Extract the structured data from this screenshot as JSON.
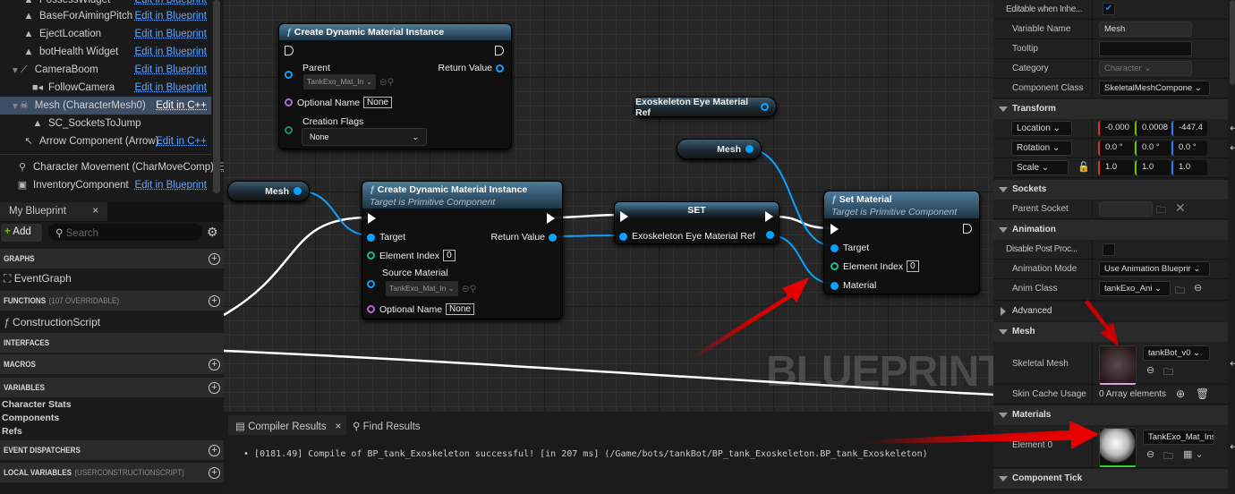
{
  "components": [
    {
      "name": "PossessWidget",
      "link": "Edit in Blueprint",
      "icon": "scene-component-icon"
    },
    {
      "name": "BaseForAimingPitch",
      "link": "Edit in Blueprint",
      "icon": "scene-component-icon"
    },
    {
      "name": "EjectLocation",
      "link": "Edit in Blueprint",
      "icon": "scene-component-icon"
    },
    {
      "name": "botHealth Widget",
      "link": "Edit in Blueprint",
      "icon": "scene-component-icon"
    },
    {
      "name": "CameraBoom",
      "link": "Edit in Blueprint",
      "icon": "spring-arm-icon"
    },
    {
      "name": "FollowCamera",
      "link": "Edit in Blueprint",
      "icon": "camera-icon"
    },
    {
      "name": "Mesh (CharacterMesh0)",
      "link": "Edit in C++",
      "icon": "skeleton-icon"
    },
    {
      "name": "SC_SocketsToJump",
      "link": "",
      "icon": "scene-component-icon"
    },
    {
      "name": "Arrow Component (Arrow)",
      "link": "Edit in C++",
      "icon": "arrow-icon"
    },
    {
      "name": "Character Movement (CharMoveComp)",
      "link": "E",
      "icon": "movement-icon"
    },
    {
      "name": "InventoryComponent",
      "link": "Edit in Blueprint",
      "icon": "actor-component-icon"
    }
  ],
  "my_blueprint": {
    "tab": "My Blueprint",
    "add": "Add",
    "search_placeholder": "Search",
    "sections": {
      "graphs": "GRAPHS",
      "event_graph": "EventGraph",
      "functions": "FUNCTIONS",
      "functions_sub": "(107 OVERRIDABLE)",
      "construction": "ConstructionScript",
      "interfaces": "INTERFACES",
      "macros": "MACROS",
      "variables": "VARIABLES",
      "var_cats": [
        "Character Stats",
        "Components",
        "Refs"
      ],
      "dispatchers": "EVENT DISPATCHERS",
      "local_vars": "LOCAL VARIABLES",
      "local_vars_sub": "(USERCONSTRUCTIONSCRIPT)"
    }
  },
  "graph": {
    "node1": {
      "title": "Create Dynamic Material Instance",
      "parent": "Parent",
      "parent_val": "TankExo_Mat_In",
      "return": "Return Value",
      "opt_name": "Optional Name",
      "opt_val": "None",
      "flags": "Creation Flags",
      "flags_val": "None"
    },
    "node2": {
      "title": "Create Dynamic Material Instance",
      "subtitle": "Target is Primitive Component",
      "target": "Target",
      "return": "Return Value",
      "elem": "Element Index",
      "elem_val": "0",
      "source": "Source Material",
      "source_val": "TankExo_Mat_In",
      "opt_name": "Optional Name",
      "opt_val": "None"
    },
    "set": {
      "title": "SET",
      "pin": "Exoskeleton Eye Material Ref"
    },
    "setmat": {
      "title": "Set Material",
      "subtitle": "Target is Primitive Component",
      "target": "Target",
      "elem": "Element Index",
      "elem_val": "0",
      "material": "Material"
    },
    "exo_ref": "Exoskeleton Eye Material Ref",
    "mesh_var": "Mesh",
    "watermark": "BLUEPRINT"
  },
  "bottom": {
    "tabs": [
      "Compiler Results",
      "Find Results"
    ],
    "log": "[0181.49] Compile of BP_tank_Exoskeleton successful! [in 207 ms] (/Game/bots/tankBot/BP_tank_Exoskeleton.BP_tank_Exoskeleton)"
  },
  "details": {
    "editable": "Editable when Inhe...",
    "editable_checked": true,
    "var_name": "Variable Name",
    "var_name_val": "Mesh",
    "tooltip": "Tooltip",
    "tooltip_val": "",
    "category": "Category",
    "category_val": "Character",
    "comp_class": "Component Class",
    "comp_class_val": "SkeletalMeshCompone",
    "transform": "Transform",
    "location": "Location",
    "loc": [
      "-0.000",
      "0.0008",
      "-447.4"
    ],
    "rotation": "Rotation",
    "rot": [
      "0.0 °",
      "0.0 °",
      "0.0 °"
    ],
    "scale": "Scale",
    "scl": [
      "1.0",
      "1.0",
      "1.0"
    ],
    "sockets": "Sockets",
    "parent_socket": "Parent Socket",
    "animation": "Animation",
    "disable_post": "Disable Post Proc...",
    "anim_mode": "Animation Mode",
    "anim_mode_val": "Use Animation Blueprir",
    "anim_class": "Anim Class",
    "anim_class_val": "tankExo_Ani",
    "advanced": "Advanced",
    "mesh": "Mesh",
    "skeletal_mesh": "Skeletal Mesh",
    "skeletal_mesh_val": "tankBot_v0",
    "skin_cache": "Skin Cache Usage",
    "skin_cache_val": "0 Array elements",
    "materials": "Materials",
    "element0": "Element 0",
    "element0_val": "TankExo_Mat_Ins",
    "component_tick": "Component Tick"
  },
  "colors": {
    "accent": "#0aa1ff",
    "link": "#5fa8ff",
    "x": "#e0301e",
    "y": "#6ac100",
    "z": "#2d7cf6",
    "annotation_arrow": "#e00000"
  }
}
